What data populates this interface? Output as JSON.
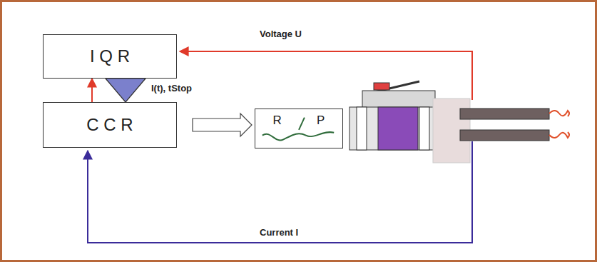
{
  "diagram": {
    "nodes": [
      {
        "text": [
          "I Q R"
        ]
      },
      {
        "text": [
          "C C R"
        ]
      },
      {
        "text": [
          "R",
          "P"
        ]
      }
    ],
    "edges": [
      {
        "from": 1,
        "to": 0,
        "arrow": "to"
      },
      {
        "from": 0,
        "to": 1,
        "arrow": "to",
        "label": "I(t), tStop"
      },
      {
        "from": 1,
        "to": 2,
        "arrow": "to"
      }
    ],
    "labels": [
      "Voltage U",
      "Current I"
    ]
  }
}
